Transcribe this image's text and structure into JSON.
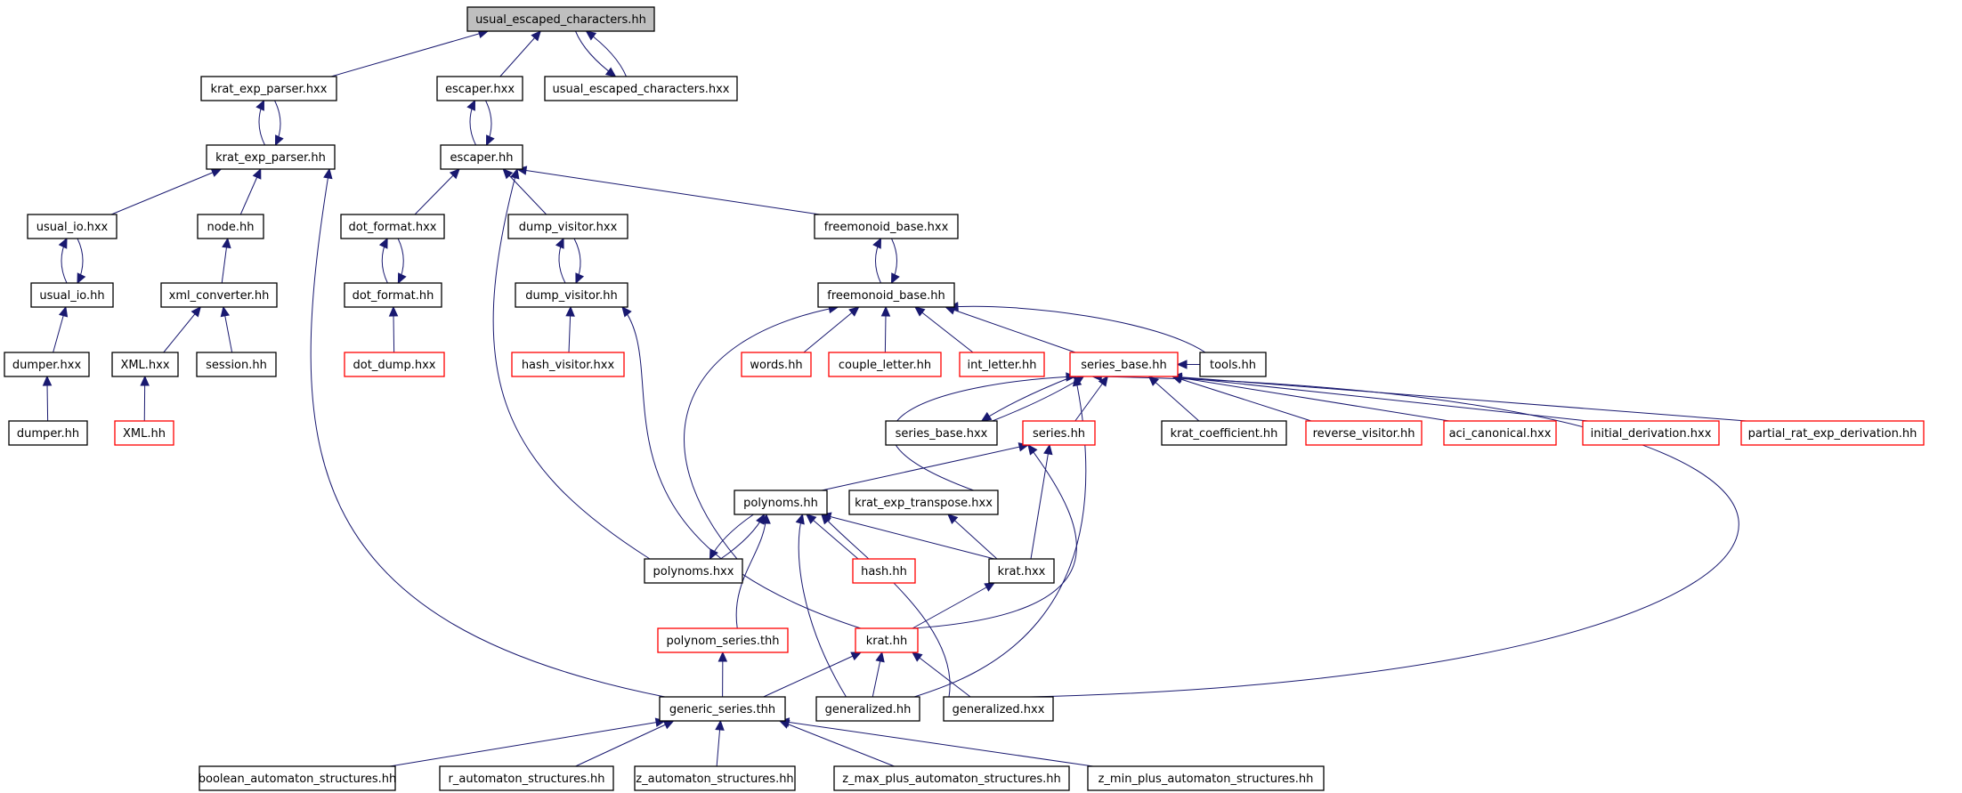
{
  "graph": {
    "colors": {
      "edge": "#191970",
      "node_border": "#000000",
      "truncated_border": "#ff0000",
      "root_fill": "#bfbfbf"
    },
    "nodes": [
      {
        "id": "usual_escaped_characters_hh",
        "label": "usual_escaped_characters.hh",
        "truncated": false,
        "root": true
      },
      {
        "id": "krat_exp_parser_hxx",
        "label": "krat_exp_parser.hxx",
        "truncated": false
      },
      {
        "id": "escaper_hxx",
        "label": "escaper.hxx",
        "truncated": false
      },
      {
        "id": "usual_escaped_characters_hxx",
        "label": "usual_escaped_characters.hxx",
        "truncated": false
      },
      {
        "id": "krat_exp_parser_hh",
        "label": "krat_exp_parser.hh",
        "truncated": false
      },
      {
        "id": "escaper_hh",
        "label": "escaper.hh",
        "truncated": false
      },
      {
        "id": "usual_io_hxx",
        "label": "usual_io.hxx",
        "truncated": false
      },
      {
        "id": "node_hh",
        "label": "node.hh",
        "truncated": false
      },
      {
        "id": "dot_format_hxx",
        "label": "dot_format.hxx",
        "truncated": false
      },
      {
        "id": "dump_visitor_hxx",
        "label": "dump_visitor.hxx",
        "truncated": false
      },
      {
        "id": "freemonoid_base_hxx",
        "label": "freemonoid_base.hxx",
        "truncated": false
      },
      {
        "id": "usual_io_hh",
        "label": "usual_io.hh",
        "truncated": false
      },
      {
        "id": "xml_converter_hh",
        "label": "xml_converter.hh",
        "truncated": false
      },
      {
        "id": "dot_format_hh",
        "label": "dot_format.hh",
        "truncated": false
      },
      {
        "id": "dump_visitor_hh",
        "label": "dump_visitor.hh",
        "truncated": false
      },
      {
        "id": "freemonoid_base_hh",
        "label": "freemonoid_base.hh",
        "truncated": false
      },
      {
        "id": "dumper_hxx",
        "label": "dumper.hxx",
        "truncated": false
      },
      {
        "id": "xml_hxx",
        "label": "XML.hxx",
        "truncated": false
      },
      {
        "id": "session_hh",
        "label": "session.hh",
        "truncated": false
      },
      {
        "id": "dot_dump_hxx",
        "label": "dot_dump.hxx",
        "truncated": true
      },
      {
        "id": "hash_visitor_hxx",
        "label": "hash_visitor.hxx",
        "truncated": true
      },
      {
        "id": "words_hh",
        "label": "words.hh",
        "truncated": true
      },
      {
        "id": "couple_letter_hh",
        "label": "couple_letter.hh",
        "truncated": true
      },
      {
        "id": "int_letter_hh",
        "label": "int_letter.hh",
        "truncated": true
      },
      {
        "id": "series_base_hh",
        "label": "series_base.hh",
        "truncated": true
      },
      {
        "id": "tools_hh",
        "label": "tools.hh",
        "truncated": false
      },
      {
        "id": "dumper_hh",
        "label": "dumper.hh",
        "truncated": false
      },
      {
        "id": "xml_hh",
        "label": "XML.hh",
        "truncated": true
      },
      {
        "id": "series_base_hxx",
        "label": "series_base.hxx",
        "truncated": false
      },
      {
        "id": "series_hh",
        "label": "series.hh",
        "truncated": true
      },
      {
        "id": "krat_coefficient_hh",
        "label": "krat_coefficient.hh",
        "truncated": false
      },
      {
        "id": "reverse_visitor_hh",
        "label": "reverse_visitor.hh",
        "truncated": true
      },
      {
        "id": "aci_canonical_hxx",
        "label": "aci_canonical.hxx",
        "truncated": true
      },
      {
        "id": "initial_derivation_hxx",
        "label": "initial_derivation.hxx",
        "truncated": true
      },
      {
        "id": "partial_rat_exp_derivation_hh",
        "label": "partial_rat_exp_derivation.hh",
        "truncated": true
      },
      {
        "id": "polynoms_hh",
        "label": "polynoms.hh",
        "truncated": false
      },
      {
        "id": "krat_exp_transpose_hxx",
        "label": "krat_exp_transpose.hxx",
        "truncated": false
      },
      {
        "id": "polynoms_hxx",
        "label": "polynoms.hxx",
        "truncated": false
      },
      {
        "id": "hash_hh",
        "label": "hash.hh",
        "truncated": true
      },
      {
        "id": "krat_hxx",
        "label": "krat.hxx",
        "truncated": false
      },
      {
        "id": "polynom_series_thh",
        "label": "polynom_series.thh",
        "truncated": true
      },
      {
        "id": "krat_hh",
        "label": "krat.hh",
        "truncated": true
      },
      {
        "id": "generic_series_thh",
        "label": "generic_series.thh",
        "truncated": false
      },
      {
        "id": "generalized_hh",
        "label": "generalized.hh",
        "truncated": false
      },
      {
        "id": "generalized_hxx",
        "label": "generalized.hxx",
        "truncated": false
      },
      {
        "id": "boolean_automaton_structures_hh",
        "label": "boolean_automaton_structures.hh",
        "truncated": false
      },
      {
        "id": "r_automaton_structures_hh",
        "label": "r_automaton_structures.hh",
        "truncated": false
      },
      {
        "id": "z_automaton_structures_hh",
        "label": "z_automaton_structures.hh",
        "truncated": false
      },
      {
        "id": "z_max_plus_automaton_structures_hh",
        "label": "z_max_plus_automaton_structures.hh",
        "truncated": false
      },
      {
        "id": "z_min_plus_automaton_structures_hh",
        "label": "z_min_plus_automaton_structures.hh",
        "truncated": false
      }
    ],
    "edges": [
      {
        "from": "krat_exp_parser_hxx",
        "to": "usual_escaped_characters_hh"
      },
      {
        "from": "escaper_hxx",
        "to": "usual_escaped_characters_hh"
      },
      {
        "from": "usual_escaped_characters_hxx",
        "to": "usual_escaped_characters_hh"
      },
      {
        "from": "usual_escaped_characters_hh",
        "to": "usual_escaped_characters_hxx"
      },
      {
        "from": "krat_exp_parser_hh",
        "to": "krat_exp_parser_hxx"
      },
      {
        "from": "krat_exp_parser_hxx",
        "to": "krat_exp_parser_hh"
      },
      {
        "from": "escaper_hh",
        "to": "escaper_hxx"
      },
      {
        "from": "escaper_hxx",
        "to": "escaper_hh"
      },
      {
        "from": "usual_io_hxx",
        "to": "krat_exp_parser_hh"
      },
      {
        "from": "node_hh",
        "to": "krat_exp_parser_hh"
      },
      {
        "from": "generic_series_thh",
        "to": "krat_exp_parser_hh"
      },
      {
        "from": "dot_format_hxx",
        "to": "escaper_hh"
      },
      {
        "from": "dump_visitor_hxx",
        "to": "escaper_hh"
      },
      {
        "from": "freemonoid_base_hxx",
        "to": "escaper_hh"
      },
      {
        "from": "polynoms_hxx",
        "to": "escaper_hh"
      },
      {
        "from": "usual_io_hh",
        "to": "usual_io_hxx"
      },
      {
        "from": "usual_io_hxx",
        "to": "usual_io_hh"
      },
      {
        "from": "xml_converter_hh",
        "to": "node_hh"
      },
      {
        "from": "dot_format_hh",
        "to": "dot_format_hxx"
      },
      {
        "from": "dot_format_hxx",
        "to": "dot_format_hh"
      },
      {
        "from": "dump_visitor_hh",
        "to": "dump_visitor_hxx"
      },
      {
        "from": "dump_visitor_hxx",
        "to": "dump_visitor_hh"
      },
      {
        "from": "freemonoid_base_hh",
        "to": "freemonoid_base_hxx"
      },
      {
        "from": "freemonoid_base_hxx",
        "to": "freemonoid_base_hh"
      },
      {
        "from": "dumper_hxx",
        "to": "usual_io_hh"
      },
      {
        "from": "xml_hxx",
        "to": "xml_converter_hh"
      },
      {
        "from": "session_hh",
        "to": "xml_converter_hh"
      },
      {
        "from": "dot_dump_hxx",
        "to": "dot_format_hh"
      },
      {
        "from": "hash_visitor_hxx",
        "to": "dump_visitor_hh"
      },
      {
        "from": "krat_hh",
        "to": "dump_visitor_hh"
      },
      {
        "from": "words_hh",
        "to": "freemonoid_base_hh"
      },
      {
        "from": "couple_letter_hh",
        "to": "freemonoid_base_hh"
      },
      {
        "from": "int_letter_hh",
        "to": "freemonoid_base_hh"
      },
      {
        "from": "series_base_hh",
        "to": "freemonoid_base_hh"
      },
      {
        "from": "tools_hh",
        "to": "freemonoid_base_hh"
      },
      {
        "from": "polynoms_hxx",
        "to": "freemonoid_base_hh"
      },
      {
        "from": "dumper_hh",
        "to": "dumper_hxx"
      },
      {
        "from": "xml_hh",
        "to": "xml_hxx"
      },
      {
        "from": "series_base_hxx",
        "to": "series_base_hh"
      },
      {
        "from": "series_base_hh",
        "to": "series_base_hxx"
      },
      {
        "from": "series_hh",
        "to": "series_base_hh"
      },
      {
        "from": "krat_coefficient_hh",
        "to": "series_base_hh"
      },
      {
        "from": "reverse_visitor_hh",
        "to": "series_base_hh"
      },
      {
        "from": "aci_canonical_hxx",
        "to": "series_base_hh"
      },
      {
        "from": "initial_derivation_hxx",
        "to": "series_base_hh"
      },
      {
        "from": "partial_rat_exp_derivation_hh",
        "to": "series_base_hh"
      },
      {
        "from": "krat_exp_transpose_hxx",
        "to": "series_base_hh"
      },
      {
        "from": "generalized_hh",
        "to": "series_base_hh"
      },
      {
        "from": "generalized_hxx",
        "to": "series_base_hh"
      },
      {
        "from": "tools_hh",
        "to": "series_base_hh"
      },
      {
        "from": "polynoms_hh",
        "to": "series_hh"
      },
      {
        "from": "krat_hxx",
        "to": "series_hh"
      },
      {
        "from": "krat_hh",
        "to": "series_hh"
      },
      {
        "from": "polynoms_hxx",
        "to": "polynoms_hh"
      },
      {
        "from": "polynoms_hh",
        "to": "polynoms_hxx"
      },
      {
        "from": "hash_hh",
        "to": "polynoms_hh"
      },
      {
        "from": "krat_hxx",
        "to": "polynoms_hh"
      },
      {
        "from": "polynom_series_thh",
        "to": "polynoms_hh"
      },
      {
        "from": "generalized_hh",
        "to": "polynoms_hh"
      },
      {
        "from": "generalized_hxx",
        "to": "polynoms_hh"
      },
      {
        "from": "krat_hxx",
        "to": "krat_exp_transpose_hxx"
      },
      {
        "from": "krat_hh",
        "to": "krat_hxx"
      },
      {
        "from": "generic_series_thh",
        "to": "polynom_series_thh"
      },
      {
        "from": "generic_series_thh",
        "to": "krat_hh"
      },
      {
        "from": "generalized_hh",
        "to": "krat_hh"
      },
      {
        "from": "generalized_hxx",
        "to": "krat_hh"
      },
      {
        "from": "boolean_automaton_structures_hh",
        "to": "generic_series_thh"
      },
      {
        "from": "r_automaton_structures_hh",
        "to": "generic_series_thh"
      },
      {
        "from": "z_automaton_structures_hh",
        "to": "generic_series_thh"
      },
      {
        "from": "z_max_plus_automaton_structures_hh",
        "to": "generic_series_thh"
      },
      {
        "from": "z_min_plus_automaton_structures_hh",
        "to": "generic_series_thh"
      }
    ]
  }
}
